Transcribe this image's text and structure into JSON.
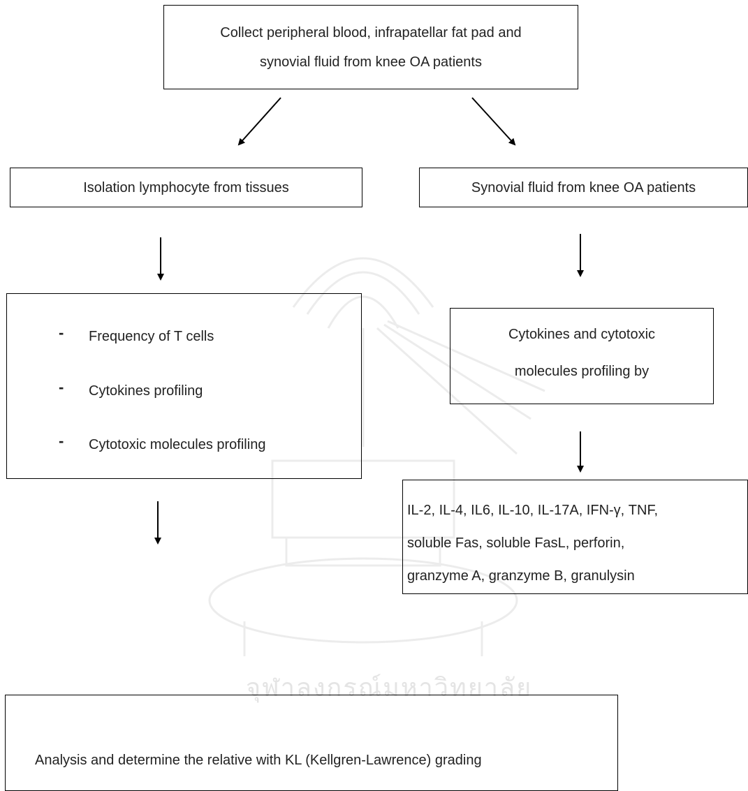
{
  "watermark": {
    "text": "จุฬาลงกรณ์มหาวิทยาลัย"
  },
  "boxes": {
    "top": {
      "line1": "Collect peripheral blood, infrapatellar fat pad and",
      "line2": "synovial fluid from knee OA patients"
    },
    "left": {
      "text": "Isolation lymphocyte from tissues"
    },
    "right": {
      "text": "Synovial fluid from knee OA patients"
    },
    "left_list": {
      "items": [
        {
          "bullet": "-",
          "text": "Frequency of T cells"
        },
        {
          "bullet": "-",
          "text": "Cytokines profiling"
        },
        {
          "bullet": "-",
          "text": "Cytotoxic molecules profiling"
        }
      ]
    },
    "right_profile": {
      "line1": "Cytokines and cytotoxic",
      "line2": "molecules profiling by"
    },
    "markers": {
      "line1": "IL-2, IL-4, IL6, IL-10, IL-17A, IFN-γ, TNF,",
      "line2": "soluble Fas, soluble FasL, perforin,",
      "line3": "granzyme A, granzyme B, granulysin"
    },
    "bottom": {
      "text": "Analysis and determine the relative with KL (Kellgren-Lawrence) grading"
    }
  }
}
